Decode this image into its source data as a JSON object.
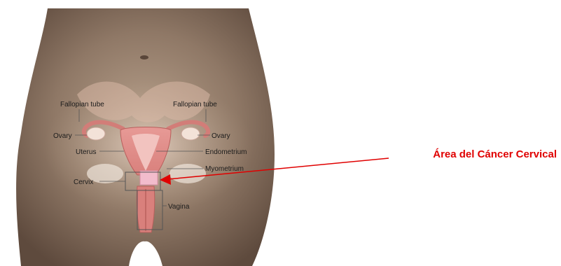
{
  "labels": {
    "fallopian_tube_left": "Fallopian tube",
    "fallopian_tube_right": "Fallopian tube",
    "ovary_left": "Ovary",
    "ovary_right": "Ovary",
    "uterus": "Uterus",
    "endometrium": "Endometrium",
    "myometrium": "Myometrium",
    "cervix": "Cervix",
    "vagina": "Vagina"
  },
  "callout": {
    "text": "Área del Cáncer Cervical",
    "color": "#e00000"
  },
  "colors": {
    "skin": "#7a6555",
    "skin_light": "#b09a85",
    "tissue": "#e8a0a0",
    "tissue_dark": "#c86a6a",
    "highlight": "#f0b8c8",
    "arrow": "#e00000"
  }
}
